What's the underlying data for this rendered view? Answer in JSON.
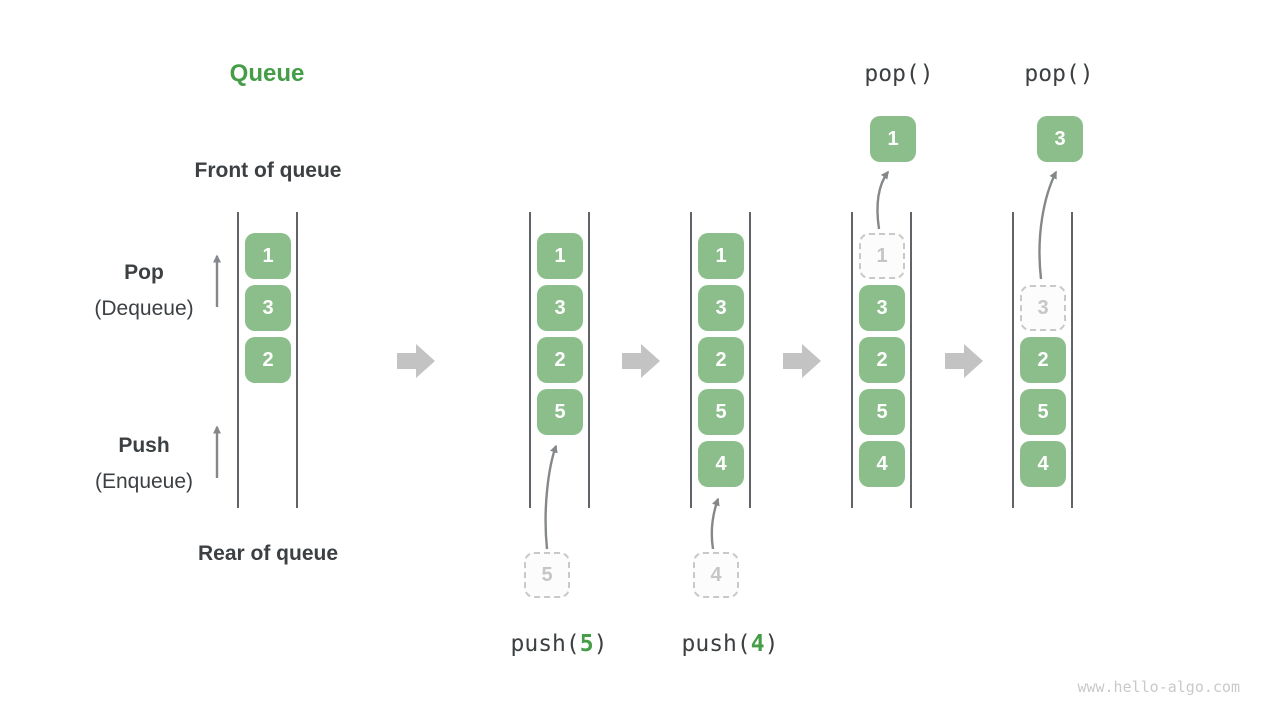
{
  "title": "Queue",
  "watermark": "www.hello-algo.com",
  "labels": {
    "front": "Front of queue",
    "rear": "Rear of queue",
    "pop": "Pop",
    "pop_sub": "(Dequeue)",
    "push": "Push",
    "push_sub": "(Enqueue)"
  },
  "colors": {
    "title_green": "#459d47",
    "box_green": "#8cbe8c",
    "box_text": "#ffffff",
    "dark_text": "#3c4043",
    "flow_arrow_gray": "#c3c3c3",
    "dashed_gray": "#c9c9c9",
    "rail_gray": "#606368",
    "thin_arrow_gray": "#85888b",
    "watermark_gray": "#c9c9c9"
  },
  "queue_states": [
    {
      "name": "initial-queue",
      "boxes": [
        {
          "value": "1",
          "slot": 0,
          "kind": "solid"
        },
        {
          "value": "3",
          "slot": 1,
          "kind": "solid"
        },
        {
          "value": "2",
          "slot": 2,
          "kind": "solid"
        }
      ]
    },
    {
      "name": "after-push-5",
      "boxes": [
        {
          "value": "1",
          "slot": 0,
          "kind": "solid"
        },
        {
          "value": "3",
          "slot": 1,
          "kind": "solid"
        },
        {
          "value": "2",
          "slot": 2,
          "kind": "solid"
        },
        {
          "value": "5",
          "slot": 3,
          "kind": "solid"
        }
      ]
    },
    {
      "name": "after-push-4",
      "boxes": [
        {
          "value": "1",
          "slot": 0,
          "kind": "solid"
        },
        {
          "value": "3",
          "slot": 1,
          "kind": "solid"
        },
        {
          "value": "2",
          "slot": 2,
          "kind": "solid"
        },
        {
          "value": "5",
          "slot": 3,
          "kind": "solid"
        },
        {
          "value": "4",
          "slot": 4,
          "kind": "solid"
        }
      ]
    },
    {
      "name": "during-pop-1",
      "boxes": [
        {
          "value": "1",
          "slot": 0,
          "kind": "dashed"
        },
        {
          "value": "3",
          "slot": 1,
          "kind": "solid"
        },
        {
          "value": "2",
          "slot": 2,
          "kind": "solid"
        },
        {
          "value": "5",
          "slot": 3,
          "kind": "solid"
        },
        {
          "value": "4",
          "slot": 4,
          "kind": "solid"
        }
      ]
    },
    {
      "name": "during-pop-3",
      "boxes": [
        {
          "value": "3",
          "slot": 1,
          "kind": "dashed"
        },
        {
          "value": "2",
          "slot": 2,
          "kind": "solid"
        },
        {
          "value": "5",
          "slot": 3,
          "kind": "solid"
        },
        {
          "value": "4",
          "slot": 4,
          "kind": "solid"
        }
      ]
    }
  ],
  "push_operations": [
    {
      "prefix": "push(",
      "arg": "5",
      "suffix": ")",
      "staged_value": "5"
    },
    {
      "prefix": "push(",
      "arg": "4",
      "suffix": ")",
      "staged_value": "4"
    }
  ],
  "pop_operations": [
    {
      "label": "pop()",
      "popped_value": "1"
    },
    {
      "label": "pop()",
      "popped_value": "3"
    }
  ]
}
